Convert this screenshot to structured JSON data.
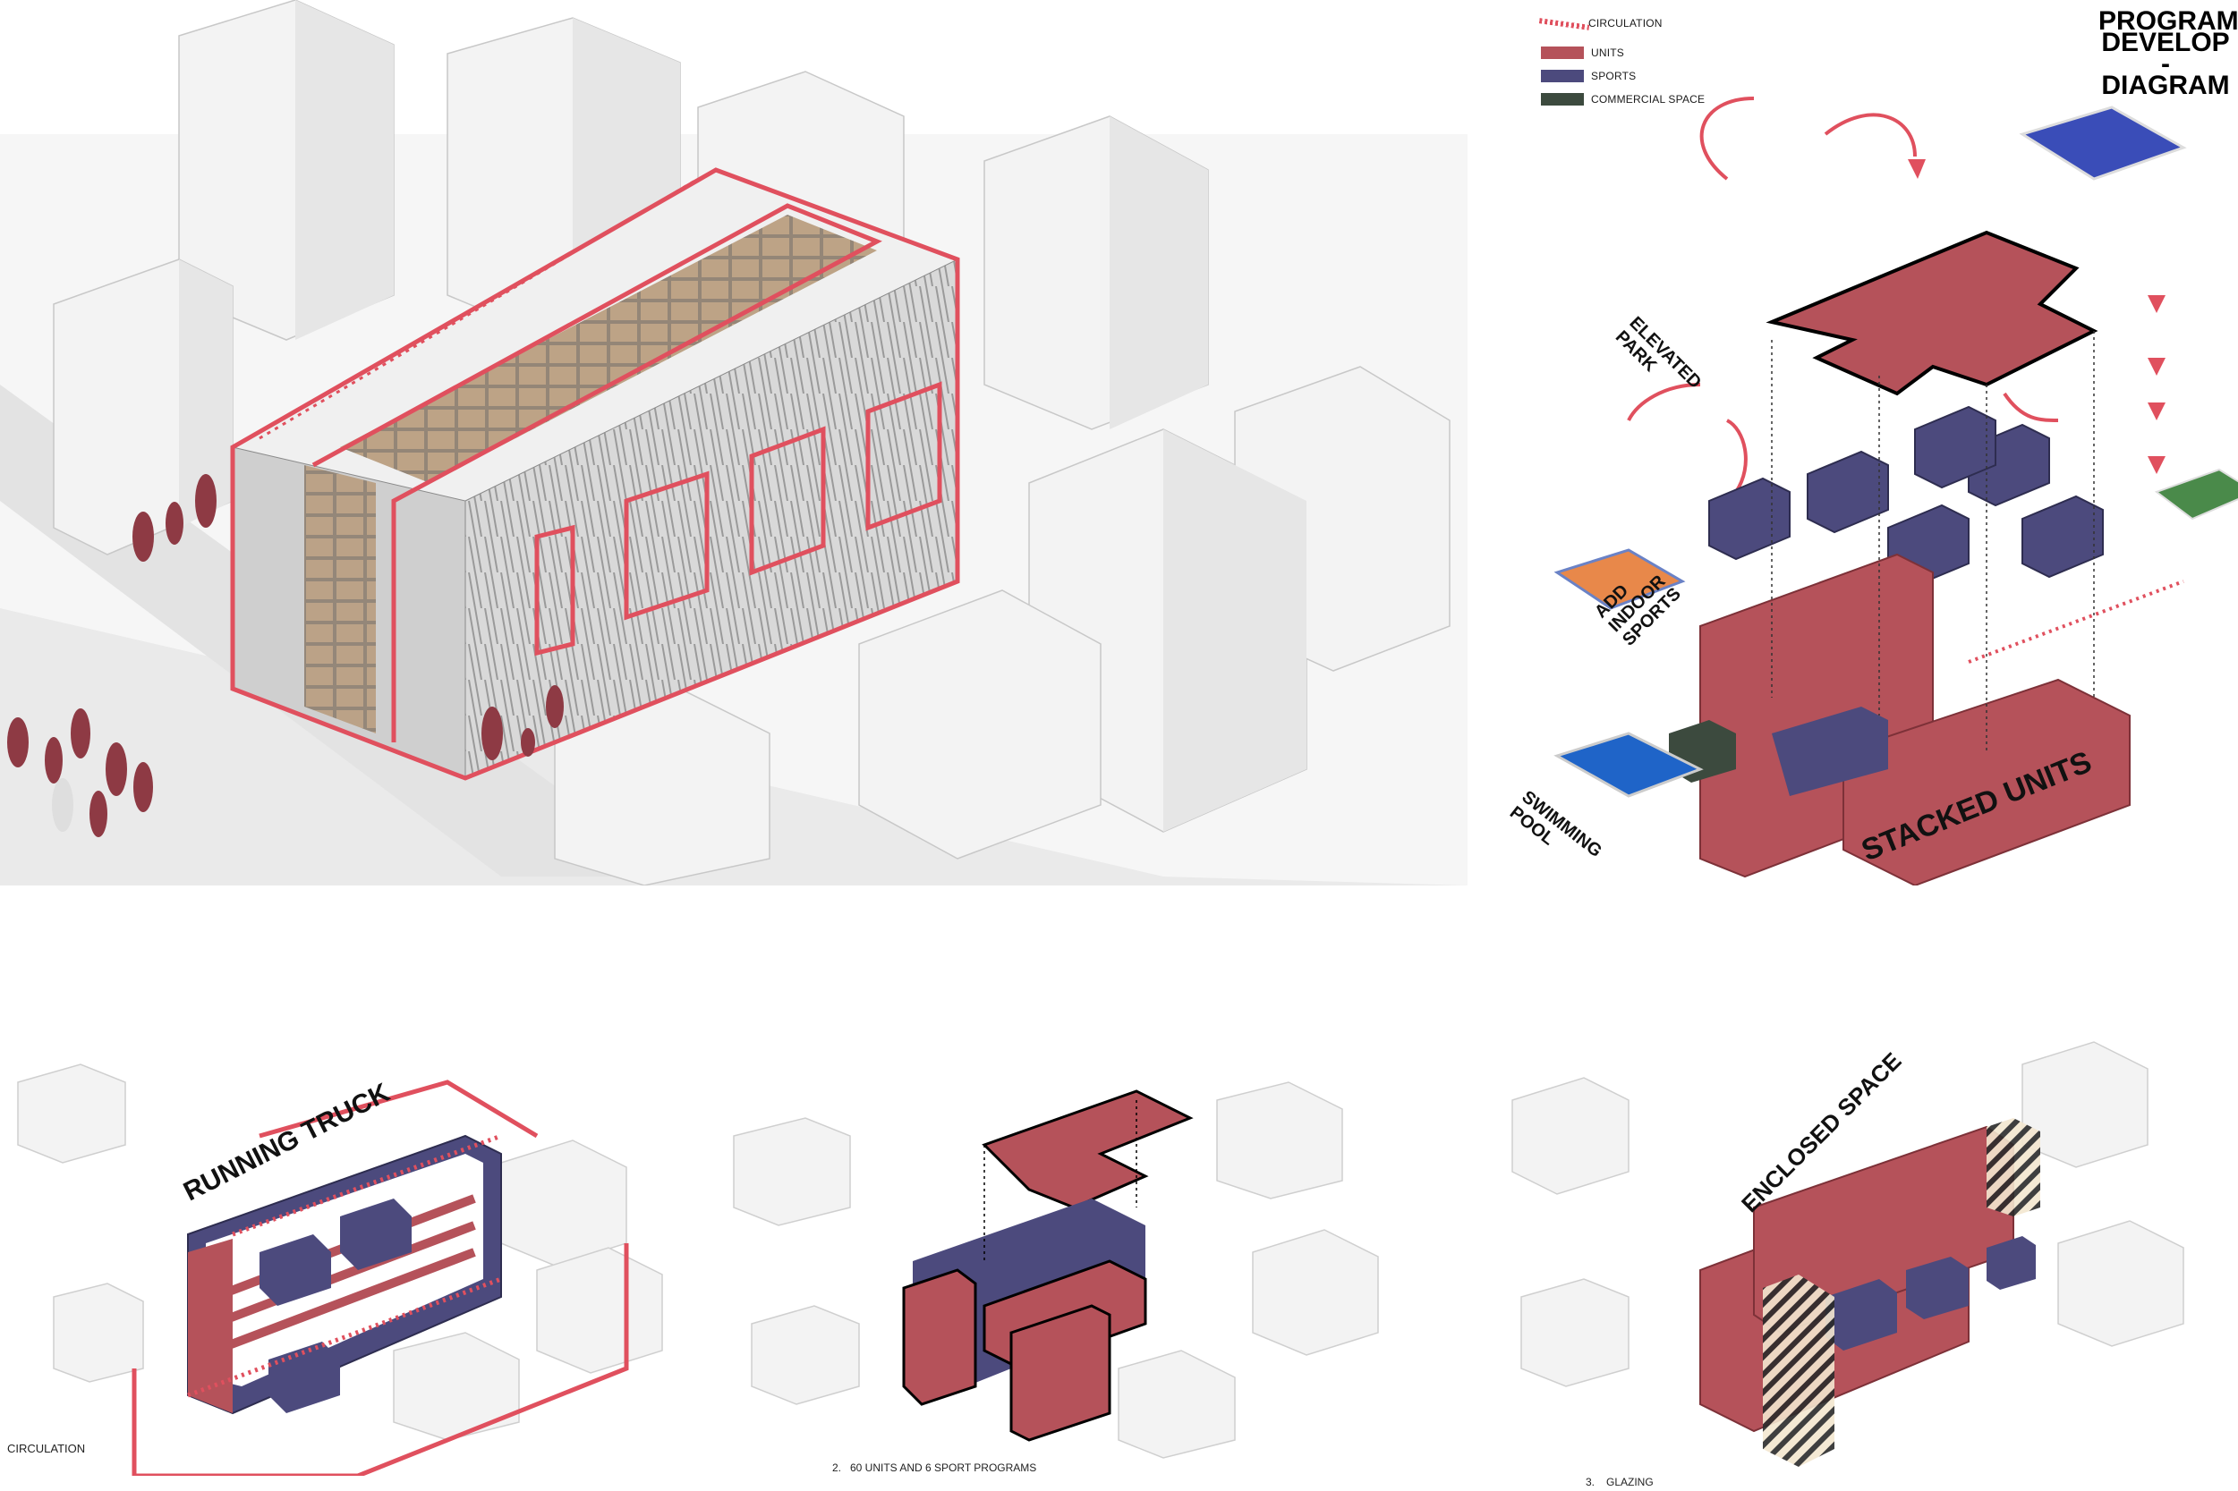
{
  "title": {
    "line1": "PROGRAM",
    "line2": "DEVELOP -",
    "line3": "DIAGRAM"
  },
  "legend": [
    {
      "label": "CIRCULATION",
      "color": "#e0505e",
      "style": "dotted"
    },
    {
      "label": "UNITS",
      "color": "#b5525a",
      "style": "fill"
    },
    {
      "label": "SPORTS",
      "color": "#4c4a7d",
      "style": "fill"
    },
    {
      "label": "COMMERCIAL SPACE",
      "color": "#3c4a3e",
      "style": "fill"
    }
  ],
  "diagram_labels": {
    "elevated_park": "ELEVATED PARK",
    "elevated_park_1": "ELEVATED",
    "elevated_park_2": "PARK",
    "add_indoor_1": "ADD",
    "add_indoor_2": "INDOOR",
    "add_indoor_3": "SPORTS",
    "swimming_1": "SWIMMING",
    "swimming_2": "POOL",
    "stacked_units": "STACKED UNITS",
    "running_truck": "RUNNING TRUCK",
    "enclosed_space": "ENCLOSED SPACE"
  },
  "captions": {
    "c1": "CIRCULATION",
    "c2_num": "2.",
    "c2_text": "60 UNITS AND 6 SPORT PROGRAMS",
    "c3_num": "3.",
    "c3_text": "GLAZING"
  },
  "colors": {
    "accent": "#e0505e",
    "units": "#b5525a",
    "sports": "#4c4a7d",
    "commercial": "#3c4a3e",
    "context": "#efefef"
  }
}
